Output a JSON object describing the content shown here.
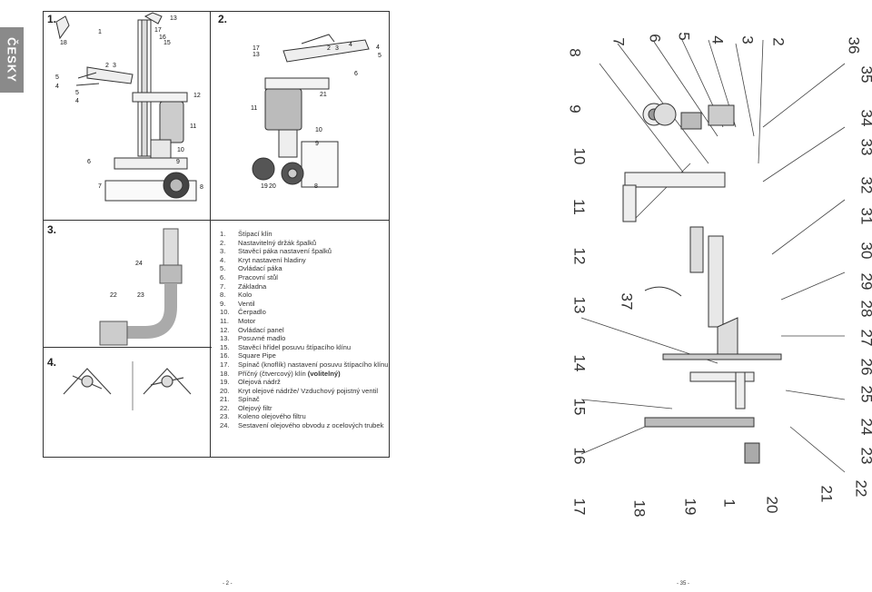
{
  "language_tab": "ČESKY",
  "sections": {
    "s1": "1.",
    "s2": "2.",
    "s3": "3.",
    "s4": "4."
  },
  "fig1_labels": [
    "18",
    "1",
    "17",
    "16",
    "15",
    "13",
    "2",
    "3",
    "5",
    "4",
    "5",
    "4",
    "12",
    "11",
    "10",
    "9",
    "6",
    "7",
    "8"
  ],
  "fig2_labels": [
    "17",
    "13",
    "2",
    "3",
    "4",
    "4",
    "5",
    "6",
    "21",
    "11",
    "10",
    "9",
    "19",
    "20",
    "8"
  ],
  "fig3_labels": [
    "24",
    "22",
    "23"
  ],
  "parts_list": [
    {
      "n": "1.",
      "t": "Štípací klín"
    },
    {
      "n": "2.",
      "t": "Nastavitelný držák špalků"
    },
    {
      "n": "3.",
      "t": "Stavěcí páka nastavení špalků"
    },
    {
      "n": "4.",
      "t": "Kryt nastavení hladiny"
    },
    {
      "n": "5.",
      "t": "Ovládací páka"
    },
    {
      "n": "6.",
      "t": "Pracovní stůl"
    },
    {
      "n": "7.",
      "t": "Základna"
    },
    {
      "n": "8.",
      "t": "Kolo"
    },
    {
      "n": "9.",
      "t": "Ventil"
    },
    {
      "n": "10.",
      "t": "Čerpadlo"
    },
    {
      "n": "11.",
      "t": "Motor"
    },
    {
      "n": "12.",
      "t": "Ovládací panel"
    },
    {
      "n": "13.",
      "t": "Posuvné madlo"
    },
    {
      "n": "15.",
      "t": "Stavěcí hřídel posuvu štípacího klínu"
    },
    {
      "n": "16.",
      "t": "Square Pipe"
    },
    {
      "n": "17.",
      "t": "Spínač (knoflík) nastavení posuvu štípacího klínu"
    },
    {
      "n": "18.",
      "t": "Příčný (čtvercový) klín ",
      "bold": "(volitelný)"
    },
    {
      "n": "19.",
      "t": "Olejová nádrž"
    },
    {
      "n": "20.",
      "t": "Kryt olejové nádrže/ Vzduchový pojistný ventil"
    },
    {
      "n": "21.",
      "t": "Spínač"
    },
    {
      "n": "22.",
      "t": "Olejový filtr"
    },
    {
      "n": "23.",
      "t": "Koleno olejového filtru"
    },
    {
      "n": "24.",
      "t": "Sestavení olejového obvodu z ocelových trubek"
    }
  ],
  "exploded_labels_left": [
    "8",
    "9",
    "10",
    "11",
    "12",
    "13",
    "14",
    "15",
    "16",
    "17",
    "18",
    "19",
    "1",
    "20",
    "21",
    "22"
  ],
  "exploded_labels_top": [
    "7",
    "6",
    "5",
    "4",
    "3",
    "2",
    "37"
  ],
  "exploded_labels_right": [
    "36",
    "35",
    "34",
    "33",
    "32",
    "31",
    "30",
    "29",
    "28",
    "27",
    "26",
    "25",
    "24",
    "23"
  ],
  "page_left": "- 2 -",
  "page_right": "- 35 -"
}
